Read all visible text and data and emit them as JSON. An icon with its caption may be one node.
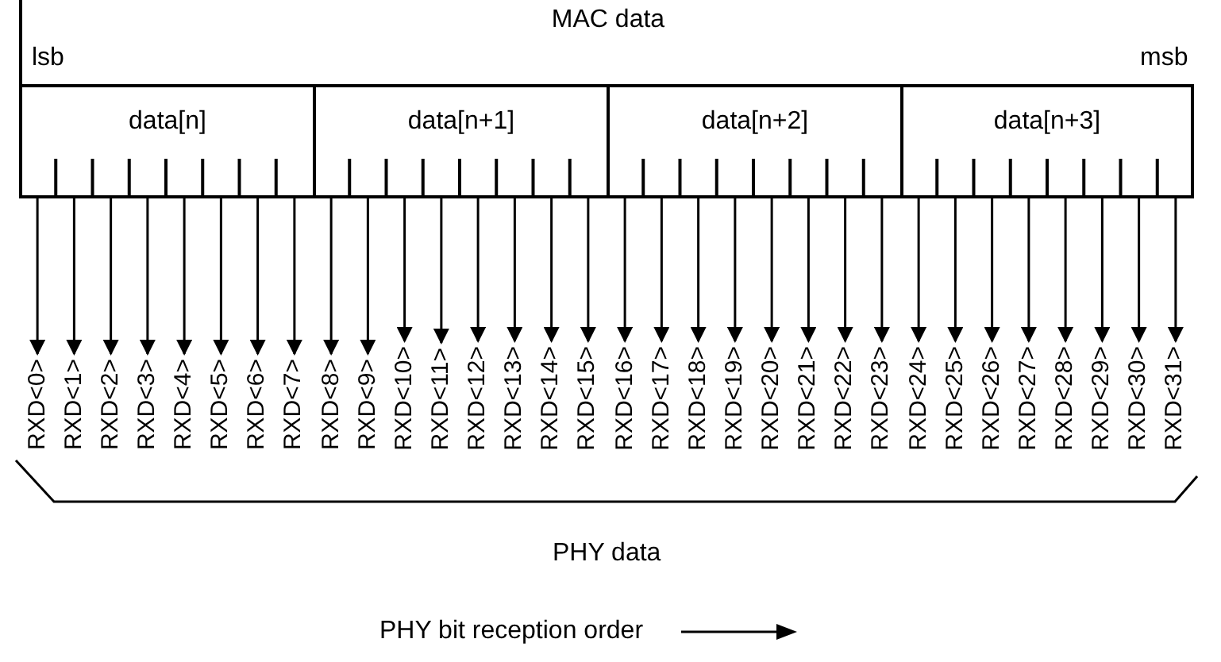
{
  "diagram": {
    "nodes": [
      {
        "text": [
          "MAC data"
        ]
      },
      {
        "text": [
          "data[n]"
        ],
        "in": 0
      },
      {
        "text": [
          "data[n+1]"
        ],
        "in": 0
      },
      {
        "text": [
          "data[n+2]"
        ],
        "in": 0
      },
      {
        "text": [
          "data[n+3]"
        ],
        "in": 0
      },
      {
        "text": [
          "RXD<0>"
        ]
      },
      {
        "text": [
          "RXD<1>"
        ]
      },
      {
        "text": [
          "RXD<2>"
        ]
      },
      {
        "text": [
          "RXD<3>"
        ]
      },
      {
        "text": [
          "RXD<4>"
        ]
      },
      {
        "text": [
          "RXD<5>"
        ]
      },
      {
        "text": [
          "RXD<6>"
        ]
      },
      {
        "text": [
          "RXD<7>"
        ]
      },
      {
        "text": [
          "RXD<8>"
        ]
      },
      {
        "text": [
          "RXD<9>"
        ]
      },
      {
        "text": [
          "RXD<10>"
        ]
      },
      {
        "text": [
          "RXD<11>"
        ]
      },
      {
        "text": [
          "RXD<12>"
        ]
      },
      {
        "text": [
          "RXD<13>"
        ]
      },
      {
        "text": [
          "RXD<14>"
        ]
      },
      {
        "text": [
          "RXD<15>"
        ]
      },
      {
        "text": [
          "RXD<16>"
        ]
      },
      {
        "text": [
          "RXD<17>"
        ]
      },
      {
        "text": [
          "RXD<18>"
        ]
      },
      {
        "text": [
          "RXD<19>"
        ]
      },
      {
        "text": [
          "RXD<20>"
        ]
      },
      {
        "text": [
          "RXD<21>"
        ]
      },
      {
        "text": [
          "RXD<22>"
        ]
      },
      {
        "text": [
          "RXD<23>"
        ]
      },
      {
        "text": [
          "RXD<24>"
        ]
      },
      {
        "text": [
          "RXD<25>"
        ]
      },
      {
        "text": [
          "RXD<26>"
        ]
      },
      {
        "text": [
          "RXD<27>"
        ]
      },
      {
        "text": [
          "RXD<28>"
        ]
      },
      {
        "text": [
          "RXD<29>"
        ]
      },
      {
        "text": [
          "RXD<30>"
        ]
      },
      {
        "text": [
          "RXD<31>"
        ]
      }
    ],
    "edges": [
      {
        "from": 1,
        "to": 5,
        "arrow": "to"
      },
      {
        "from": 1,
        "to": 6,
        "arrow": "to"
      },
      {
        "from": 1,
        "to": 7,
        "arrow": "to"
      },
      {
        "from": 1,
        "to": 8,
        "arrow": "to"
      },
      {
        "from": 1,
        "to": 9,
        "arrow": "to"
      },
      {
        "from": 1,
        "to": 10,
        "arrow": "to"
      },
      {
        "from": 1,
        "to": 11,
        "arrow": "to"
      },
      {
        "from": 1,
        "to": 12,
        "arrow": "to"
      },
      {
        "from": 2,
        "to": 13,
        "arrow": "to"
      },
      {
        "from": 2,
        "to": 14,
        "arrow": "to"
      },
      {
        "from": 2,
        "to": 15,
        "arrow": "to"
      },
      {
        "from": 2,
        "to": 16,
        "arrow": "to"
      },
      {
        "from": 2,
        "to": 17,
        "arrow": "to"
      },
      {
        "from": 2,
        "to": 18,
        "arrow": "to"
      },
      {
        "from": 2,
        "to": 19,
        "arrow": "to"
      },
      {
        "from": 2,
        "to": 20,
        "arrow": "to"
      },
      {
        "from": 3,
        "to": 21,
        "arrow": "to"
      },
      {
        "from": 3,
        "to": 22,
        "arrow": "to"
      },
      {
        "from": 3,
        "to": 23,
        "arrow": "to"
      },
      {
        "from": 3,
        "to": 24,
        "arrow": "to"
      },
      {
        "from": 3,
        "to": 25,
        "arrow": "to"
      },
      {
        "from": 3,
        "to": 26,
        "arrow": "to"
      },
      {
        "from": 3,
        "to": 27,
        "arrow": "to"
      },
      {
        "from": 3,
        "to": 28,
        "arrow": "to"
      },
      {
        "from": 4,
        "to": 29,
        "arrow": "to"
      },
      {
        "from": 4,
        "to": 30,
        "arrow": "to"
      },
      {
        "from": 4,
        "to": 31,
        "arrow": "to"
      },
      {
        "from": 4,
        "to": 32,
        "arrow": "to"
      },
      {
        "from": 4,
        "to": 33,
        "arrow": "to"
      },
      {
        "from": 4,
        "to": 34,
        "arrow": "to"
      },
      {
        "from": 4,
        "to": 35,
        "arrow": "to"
      },
      {
        "from": 4,
        "to": 36,
        "arrow": "to"
      }
    ],
    "labels": [
      "lsb",
      "msb",
      "PHY data",
      "PHY bit reception order"
    ]
  }
}
